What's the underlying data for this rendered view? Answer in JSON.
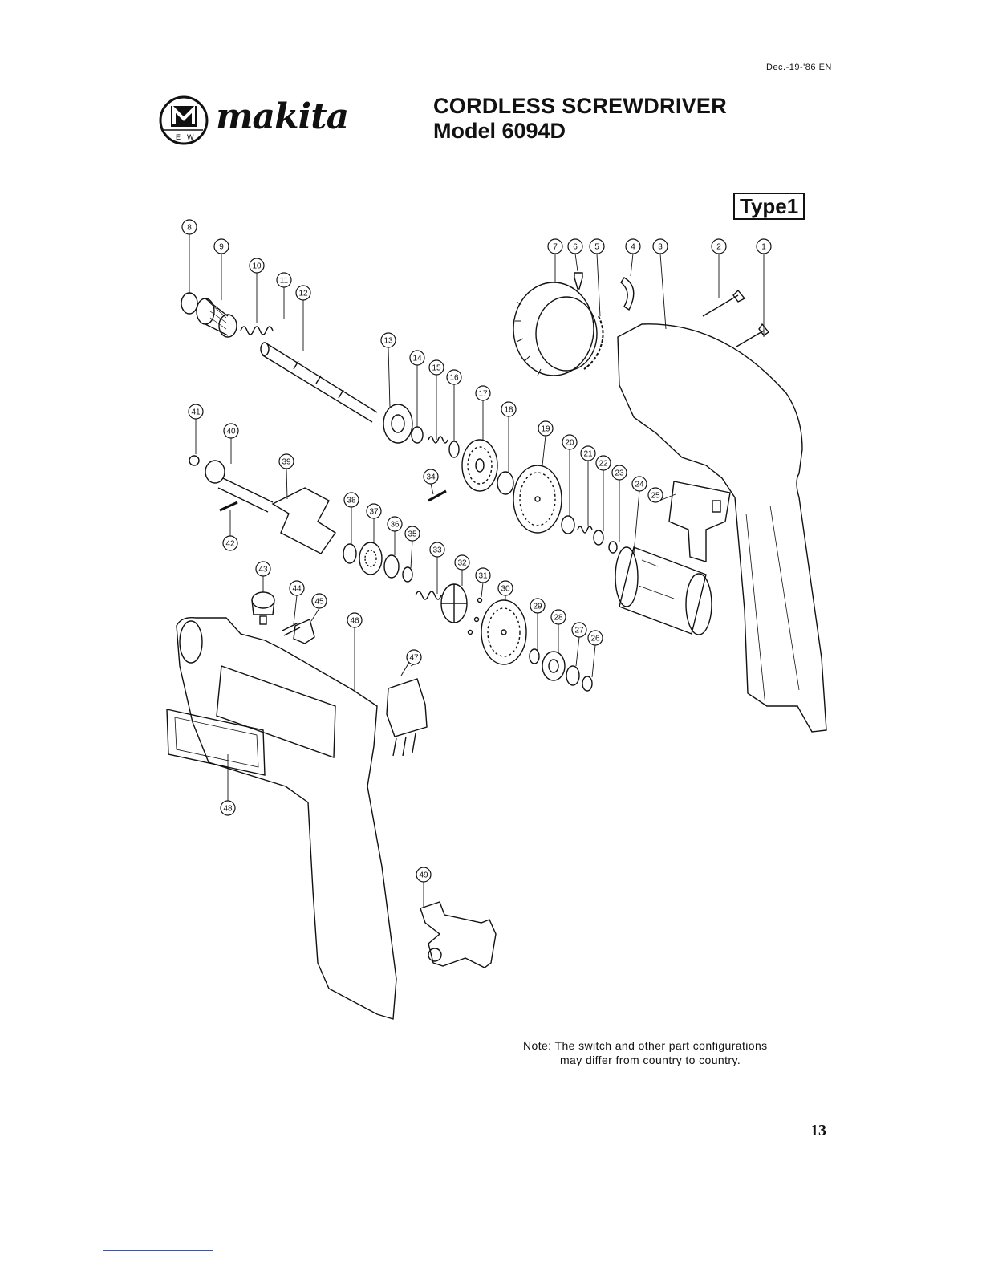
{
  "header": {
    "date": "Dec.-19-'86 EN",
    "brand": "makita",
    "title": "CORDLESS SCREWDRIVER",
    "model": "Model 6094D",
    "type_badge": "Type1"
  },
  "parts": [
    "1",
    "2",
    "3",
    "4",
    "5",
    "6",
    "7",
    "8",
    "9",
    "10",
    "11",
    "12",
    "13",
    "14",
    "15",
    "16",
    "17",
    "18",
    "19",
    "20",
    "21",
    "22",
    "23",
    "24",
    "25",
    "26",
    "27",
    "28",
    "29",
    "30",
    "31",
    "32",
    "33",
    "34",
    "35",
    "36",
    "37",
    "38",
    "39",
    "40",
    "41",
    "42",
    "43",
    "44",
    "45",
    "46",
    "47",
    "48",
    "49"
  ],
  "note": {
    "line1": "Note: The switch and other part configurations",
    "line2": "may differ from country to country."
  },
  "page_number": "13",
  "colors": {
    "ink": "#111111",
    "footer_rule": "#3355cc"
  }
}
